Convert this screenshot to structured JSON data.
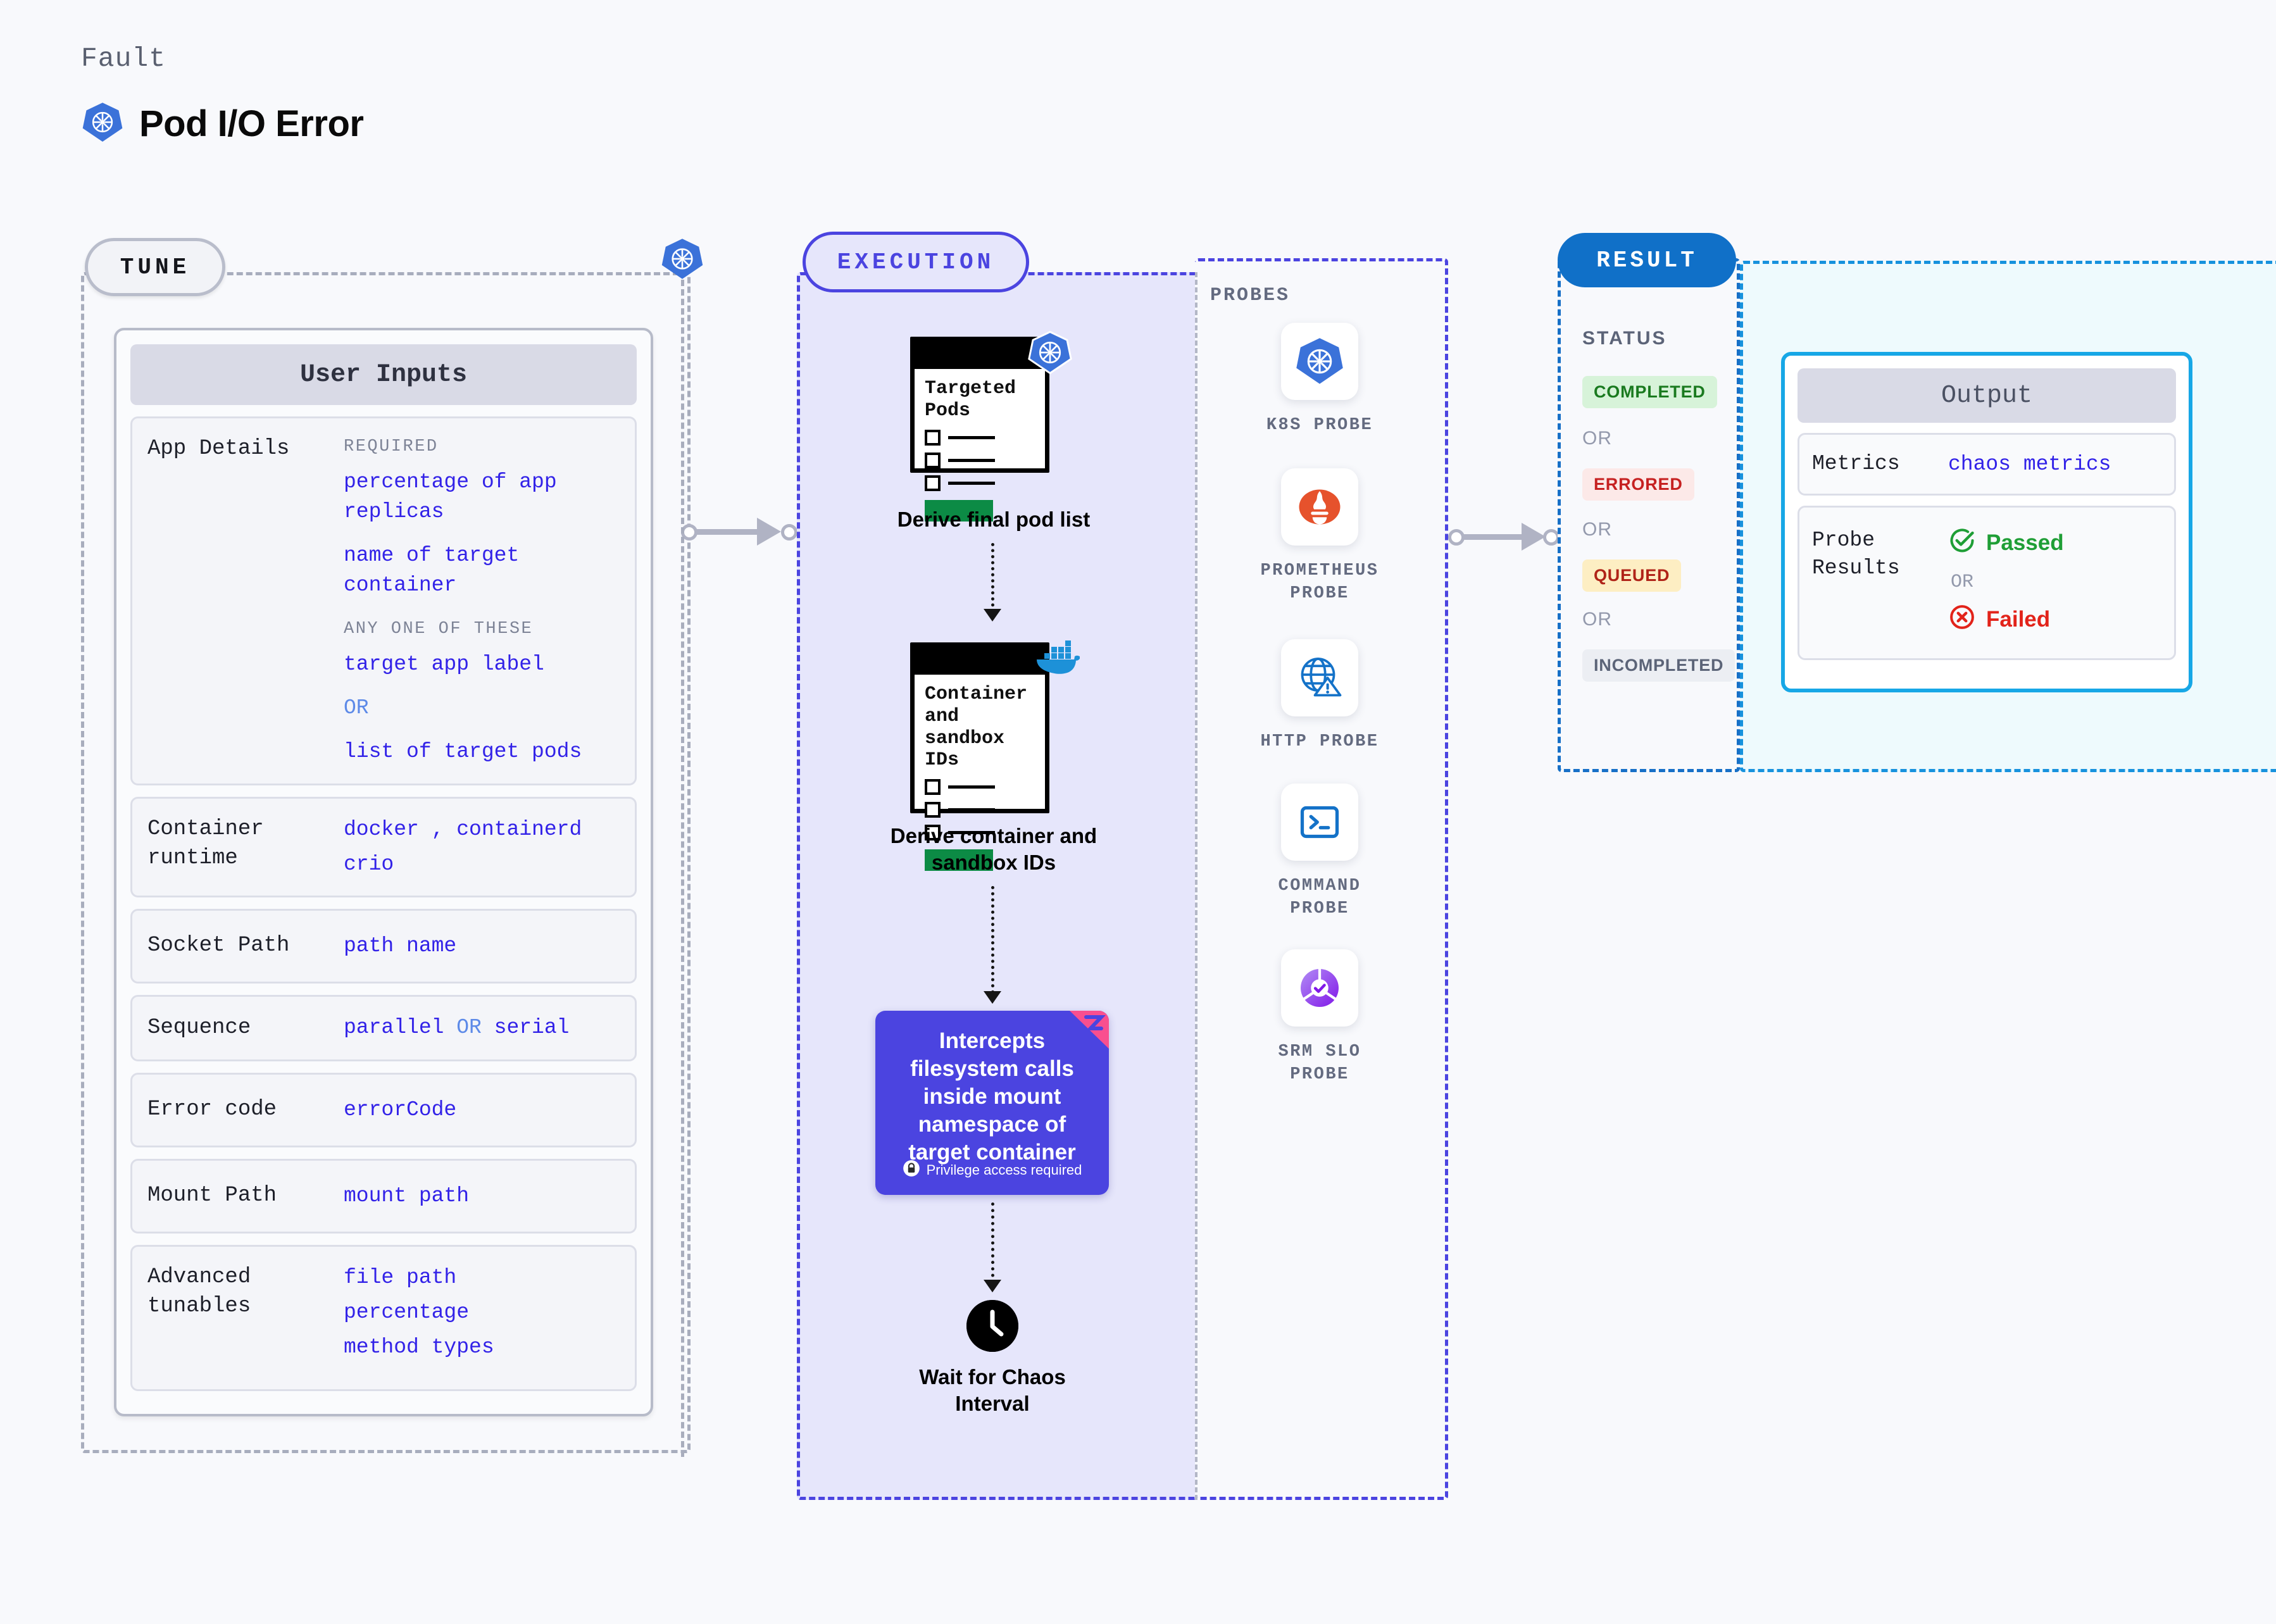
{
  "header": {
    "kicker": "Fault",
    "title": "Pod I/O Error",
    "icon": "kubernetes-icon"
  },
  "tune": {
    "stage_label": "TUNE",
    "badge_icon": "kubernetes-icon",
    "card_title": "User Inputs",
    "rows": [
      {
        "key": "App Details",
        "groups": [
          {
            "label": "REQUIRED",
            "items": [
              "percentage of app\nreplicas",
              "name of target\ncontainer"
            ]
          },
          {
            "label": "ANY ONE OF THESE",
            "items": [
              "target app label",
              "OR",
              "list of target pods"
            ]
          }
        ]
      },
      {
        "key": "Container\nruntime",
        "values": [
          "docker , containerd",
          "crio"
        ]
      },
      {
        "key": "Socket Path",
        "values": [
          "path name"
        ]
      },
      {
        "key": "Sequence",
        "values": [
          "parallel OR serial"
        ]
      },
      {
        "key": "Error code",
        "values": [
          "errorCode"
        ]
      },
      {
        "key": "Mount Path",
        "values": [
          "mount path"
        ]
      },
      {
        "key": "Advanced\ntunables",
        "values": [
          "file path",
          "percentage",
          "method types"
        ]
      }
    ]
  },
  "execution": {
    "stage_label": "EXECUTION",
    "nodes": [
      {
        "name": "targeted-pods",
        "card_title": "Targeted\nPods",
        "badge_icon": "kubernetes-icon",
        "caption": "Derive final pod list"
      },
      {
        "name": "container-sandbox-ids",
        "card_title": "Container\nand\nsandbox\nIDs",
        "badge_icon": "docker-icon",
        "caption": "Derive container and\nsandbox IDs"
      }
    ],
    "chaos_node": {
      "text": "Intercepts filesystem calls inside mount namespace of target container",
      "privilege_note": "Privilege access required",
      "privilege_icon": "lock-icon",
      "corner_icon": "litmus-icon",
      "color": "#4b44e0"
    },
    "wait_node": {
      "icon": "clock-icon",
      "caption": "Wait for Chaos\nInterval"
    }
  },
  "probes": {
    "label": "PROBES",
    "items": [
      {
        "name": "K8S PROBE",
        "icon": "kubernetes-icon"
      },
      {
        "name": "PROMETHEUS\nPROBE",
        "icon": "prometheus-icon"
      },
      {
        "name": "HTTP PROBE",
        "icon": "http-globe-icon"
      },
      {
        "name": "COMMAND\nPROBE",
        "icon": "terminal-icon"
      },
      {
        "name": "SRM SLO\nPROBE",
        "icon": "srm-slo-icon"
      }
    ]
  },
  "result": {
    "stage_label": "RESULT",
    "status_label": "STATUS",
    "or_label": "OR",
    "statuses": [
      {
        "label": "COMPLETED",
        "bg": "#d7f3d9",
        "fg": "#1a7a1f"
      },
      {
        "label": "ERRORED",
        "bg": "#fce9e8",
        "fg": "#c62121"
      },
      {
        "label": "QUEUED",
        "bg": "#fdeec3",
        "fg": "#b02318"
      },
      {
        "label": "INCOMPLETED",
        "bg": "#eceef3",
        "fg": "#5c6478"
      }
    ],
    "output": {
      "title": "Output",
      "metrics_key": "Metrics",
      "metrics_value": "chaos metrics",
      "probe_results_key": "Probe\nResults",
      "passed_label": "Passed",
      "passed_icon": "check-circle-icon",
      "failed_label": "Failed",
      "failed_icon": "x-circle-icon",
      "or_label": "OR"
    }
  }
}
